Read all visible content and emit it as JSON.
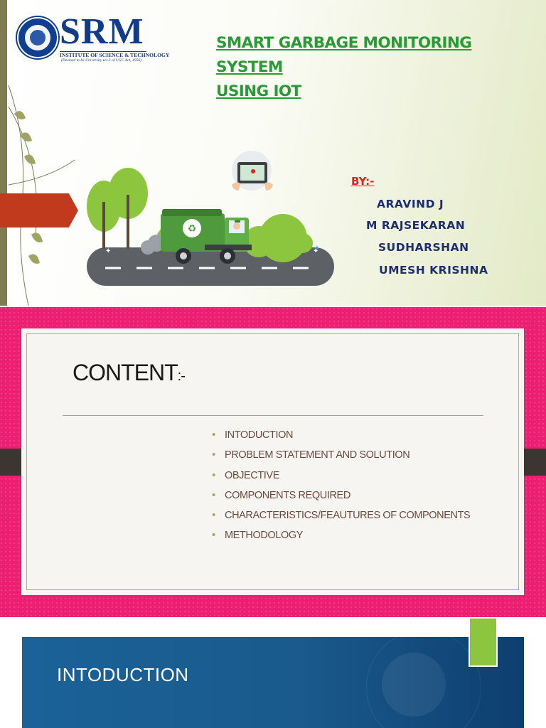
{
  "slide1": {
    "logo": {
      "name": "SRM",
      "institute": "INSTITUTE OF SCIENCE & TECHNOLOGY",
      "deemed": "(Deemed to be University u/s 3 of UGC Act, 1956)"
    },
    "title_line1": "SMART GARBAGE MONITORING SYSTEM",
    "title_line2": "USING IOT",
    "by_label": "BY:-",
    "authors": [
      "ARAVIND J",
      "M RAJSEKARAN",
      "SUDHARSHAN",
      "UMESH KRISHNA"
    ],
    "colors": {
      "title": "#2a9a36",
      "by": "#e2231a",
      "authors": "#1c2e6e",
      "arrow": "#c13a1d"
    }
  },
  "slide2": {
    "title": "CONTENT",
    "title_suffix": ":-",
    "items": [
      "INTODUCTION",
      "PROBLEM STATEMENT AND SOLUTION",
      "OBJECTIVE",
      "COMPONENTS REQUIRED",
      "CHARACTERISTICS/FEAUTURES OF COMPONENTS",
      "METHODOLOGY"
    ],
    "colors": {
      "background": "#ec1f73",
      "item_text": "#6a4a3e"
    }
  },
  "slide3": {
    "title": "INTODUCTION",
    "colors": {
      "banner": "#1a5a8c",
      "accent": "#8cc63e"
    }
  }
}
